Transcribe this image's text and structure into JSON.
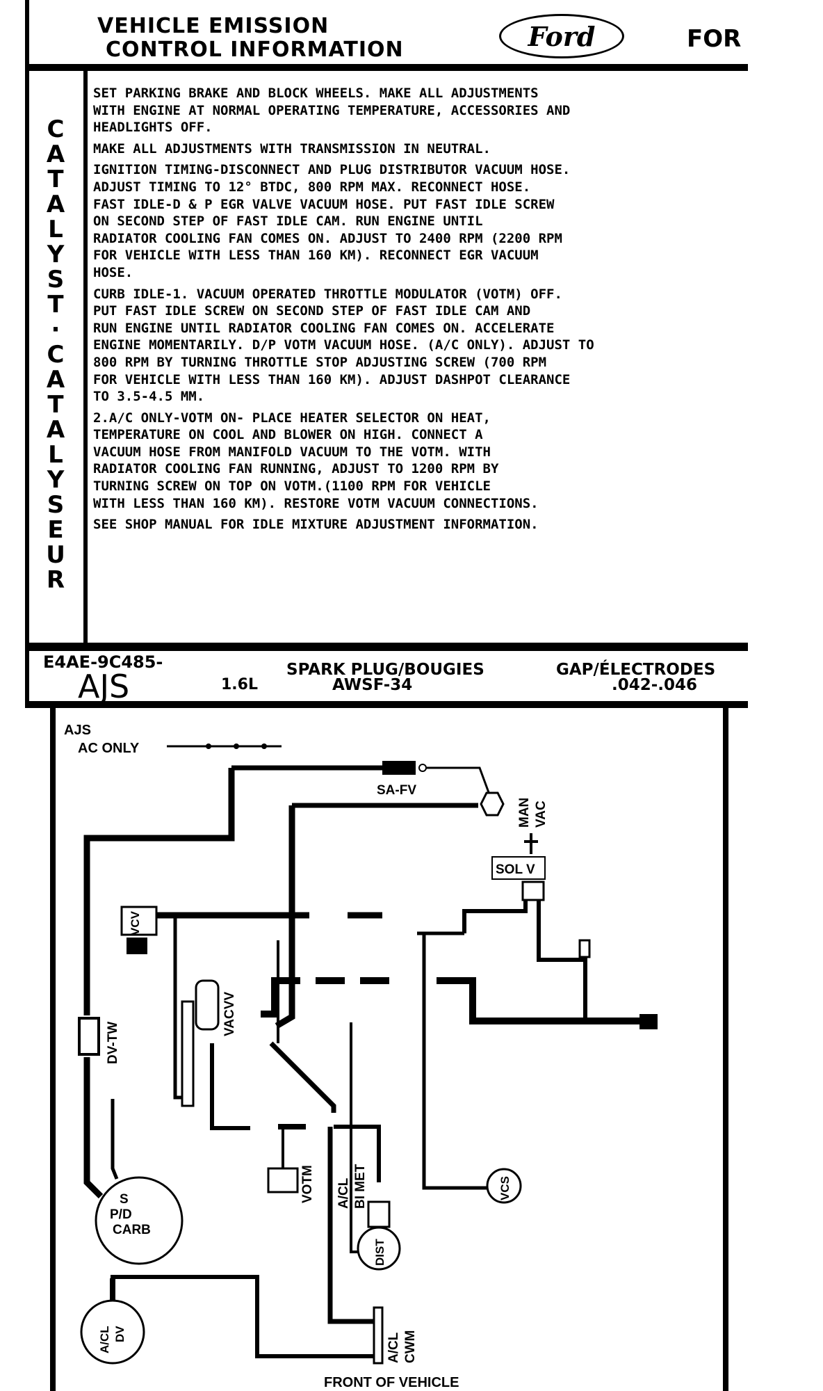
{
  "header": {
    "title_line1": "VEHICLE EMISSION",
    "title_line2": "CONTROL INFORMATION",
    "logo_text": "Ford",
    "brand_partial": "FOR"
  },
  "sidebar": {
    "vertical_word": "CATALYST · CATALYSEUR"
  },
  "instructions": [
    "SET PARKING BRAKE AND BLOCK WHEELS. MAKE ALL ADJUSTMENTS\nWITH ENGINE AT NORMAL OPERATING TEMPERATURE, ACCESSORIES AND\nHEADLIGHTS OFF.",
    "MAKE ALL ADJUSTMENTS WITH TRANSMISSION IN NEUTRAL.",
    "IGNITION TIMING-DISCONNECT AND PLUG DISTRIBUTOR VACUUM HOSE.\nADJUST TIMING TO 12° BTDC, 800 RPM MAX. RECONNECT HOSE.\nFAST IDLE-D & P EGR VALVE VACUUM HOSE. PUT FAST IDLE SCREW\nON SECOND STEP OF FAST IDLE CAM. RUN ENGINE UNTIL\nRADIATOR COOLING FAN COMES ON. ADJUST TO 2400 RPM (2200 RPM\nFOR VEHICLE WITH LESS THAN 160 KM). RECONNECT EGR VACUUM\nHOSE.",
    "CURB IDLE-1. VACUUM OPERATED THROTTLE MODULATOR (VOTM) OFF.\nPUT FAST IDLE SCREW ON SECOND STEP OF FAST IDLE CAM AND\nRUN ENGINE UNTIL RADIATOR COOLING FAN COMES ON. ACCELERATE\nENGINE MOMENTARILY. D/P VOTM VACUUM HOSE. (A/C ONLY). ADJUST TO\n800 RPM BY TURNING THROTTLE STOP ADJUSTING SCREW (700 RPM\nFOR VEHICLE WITH LESS THAN 160 KM). ADJUST DASHPOT CLEARANCE\nTO 3.5-4.5 MM.",
    "2.A/C ONLY-VOTM ON- PLACE HEATER SELECTOR ON HEAT,\nTEMPERATURE ON COOL AND BLOWER ON HIGH. CONNECT A\nVACUUM HOSE FROM MANIFOLD VACUUM TO THE VOTM. WITH\nRADIATOR COOLING FAN RUNNING, ADJUST TO 1200 RPM BY\nTURNING SCREW ON TOP ON VOTM.(1100 RPM FOR VEHICLE\nWITH LESS THAN 160 KM). RESTORE VOTM VACUUM CONNECTIONS.",
    "SEE SHOP MANUAL FOR IDLE MIXTURE ADJUSTMENT INFORMATION."
  ],
  "spec": {
    "part_number": "E4AE-9C485-",
    "calibration": "AJS",
    "engine": "1.6L",
    "spark_plug_label": "SPARK PLUG/BOUGIES",
    "spark_plug_value": "AWSF-34",
    "gap_label": "GAP/ÉLECTRODES",
    "gap_value": ".042-.046"
  },
  "diagram": {
    "code": "AJS",
    "legend_label": "AC ONLY",
    "footer": "FRONT OF VEHICLE",
    "components": {
      "sa_fv": "SA-FV",
      "man": "MAN",
      "vac": "VAC",
      "sol_v": "SOL V",
      "vcv": "VCV",
      "vacvv": "VACVV",
      "dv_tw": "DV-TW",
      "votm": "VOTM",
      "a_cl": "A/CL",
      "bi_met": "BI MET",
      "vcs": "VCS",
      "carb_s": "S",
      "carb_pd": "P/D",
      "carb": "CARB",
      "dist": "DIST",
      "acl_dv_1": "A/CL",
      "acl_dv_2": "DV",
      "cwm_1": "A/CL",
      "cwm_2": "CWM"
    }
  }
}
